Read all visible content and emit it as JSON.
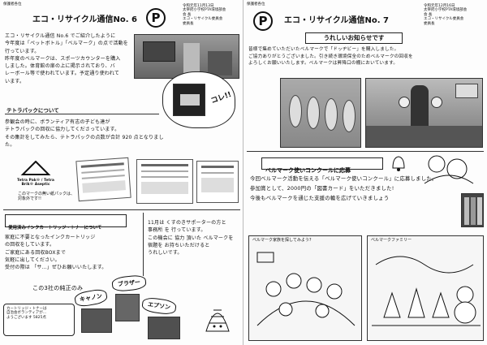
{
  "left": {
    "header_tag": "保護者各位",
    "logo": "P",
    "title": "エコ・リサイクル通信No. 6",
    "meta": [
      "令和元年11月13日",
      "太宰府小学校PTA環境部会",
      "会 長",
      "エコ・リサイクル委員会",
      "委員長"
    ],
    "intro": [
      "エコ・リサイクル通信 No.6 でご紹介したように",
      "今年度は「ペットボトル」「ベルマーク」の点で活動を行っています。",
      "昨年度のベルマークは、スポーツカウンターを購入",
      "しました。体育館の扉の上に掲示されており、バ",
      "レーボール等で使われています。予定通り使われて",
      "います。"
    ],
    "photo_bubble": "コレ!!",
    "section1_heading": "テトラパックについて",
    "section1_text": [
      "参観会の時に、ボランティア有志の子ども達が",
      "テトラパックの回収に協力してくださっています。",
      "その集計をしてみたら、テトラパックの点数が合計 920 点となりました。"
    ],
    "tetra_logo": "Tetra Pak® / Tetra Brik® Aseptic",
    "caption1": [
      "このマークの無い紙パックは、",
      "対象外です!!"
    ],
    "section2_heading": "使用済みインクカートリッジ・トナーについて",
    "section2_text": [
      "家庭に不要となったインクカートリッジ",
      "の回収をしています。",
      "ご家庭にある回収BOXまで",
      "気軽に出してください。",
      "受付の際は 「サ…」ぜひお願いいたします。"
    ],
    "section2_right": [
      "11月は くすのきサポーターの方と",
      "事務所 を 行っています。",
      "この機会に 協力 頂いた ベルマークを",
      "宿題を お持ちいただけると",
      "うれしいです。"
    ],
    "caption2": "この3社の純正のみ",
    "brands": [
      "キャノン",
      "ブラザー",
      "エプソン"
    ],
    "note": [
      "カートリッジ・トナーは",
      "自治会ボランティアが…",
      "ようございます 5825点"
    ]
  },
  "right": {
    "header_tag": "保護者各位",
    "logo": "P",
    "title": "エコ・リサイクル通信No. 7",
    "meta": [
      "令和元年12月16日",
      "太宰府小学校PTA環境部会",
      "会 長",
      "エコ・リサイクル委員会",
      "委員長"
    ],
    "banner": "うれしいお知らせです",
    "intro": [
      "皆様で集めていただいたベルマークで「ドッヂビー」を購入しました。",
      "ご協力ありがとうございました。引き続き環境保全のためベルマークの回収を",
      "よろしくお願いいたします。ベルマークは昇降口の棚においています。"
    ],
    "contest_heading": "ベルマーク使いコンクールに応募",
    "contest_text": [
      "今回ベルマーク活動を伝える「ベルマーク使いコンクール」に応募しました。",
      "参加賞として、2000円の「図書カード」をいただきました!",
      "今後もベルマークを通じた支援の輪を広げていきましょう"
    ],
    "drawing1_label": "ベルマーク家族を探してみよう?",
    "drawing2_label": "ベルマークファミリー"
  }
}
